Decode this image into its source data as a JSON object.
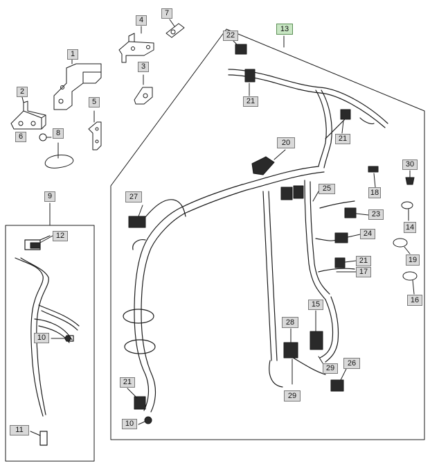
{
  "diagram": {
    "callouts": {
      "c1": "1",
      "c2": "2",
      "c3": "3",
      "c4": "4",
      "c5": "5",
      "c6": "6",
      "c7": "7",
      "c8": "8",
      "c9": "9",
      "c10a": "10",
      "c10b": "10",
      "c11": "11",
      "c12": "12",
      "c13": "13",
      "c14": "14",
      "c15": "15",
      "c16": "16",
      "c17": "17",
      "c18": "18",
      "c19": "19",
      "c20": "20",
      "c21a": "21",
      "c21b": "21",
      "c21c": "21",
      "c21d": "21",
      "c22": "22",
      "c23": "23",
      "c24": "24",
      "c25": "25",
      "c26": "26",
      "c27": "27",
      "c28": "28",
      "c29a": "29",
      "c29b": "29",
      "c30": "30"
    },
    "highlight_color": "#c8e6c3"
  }
}
